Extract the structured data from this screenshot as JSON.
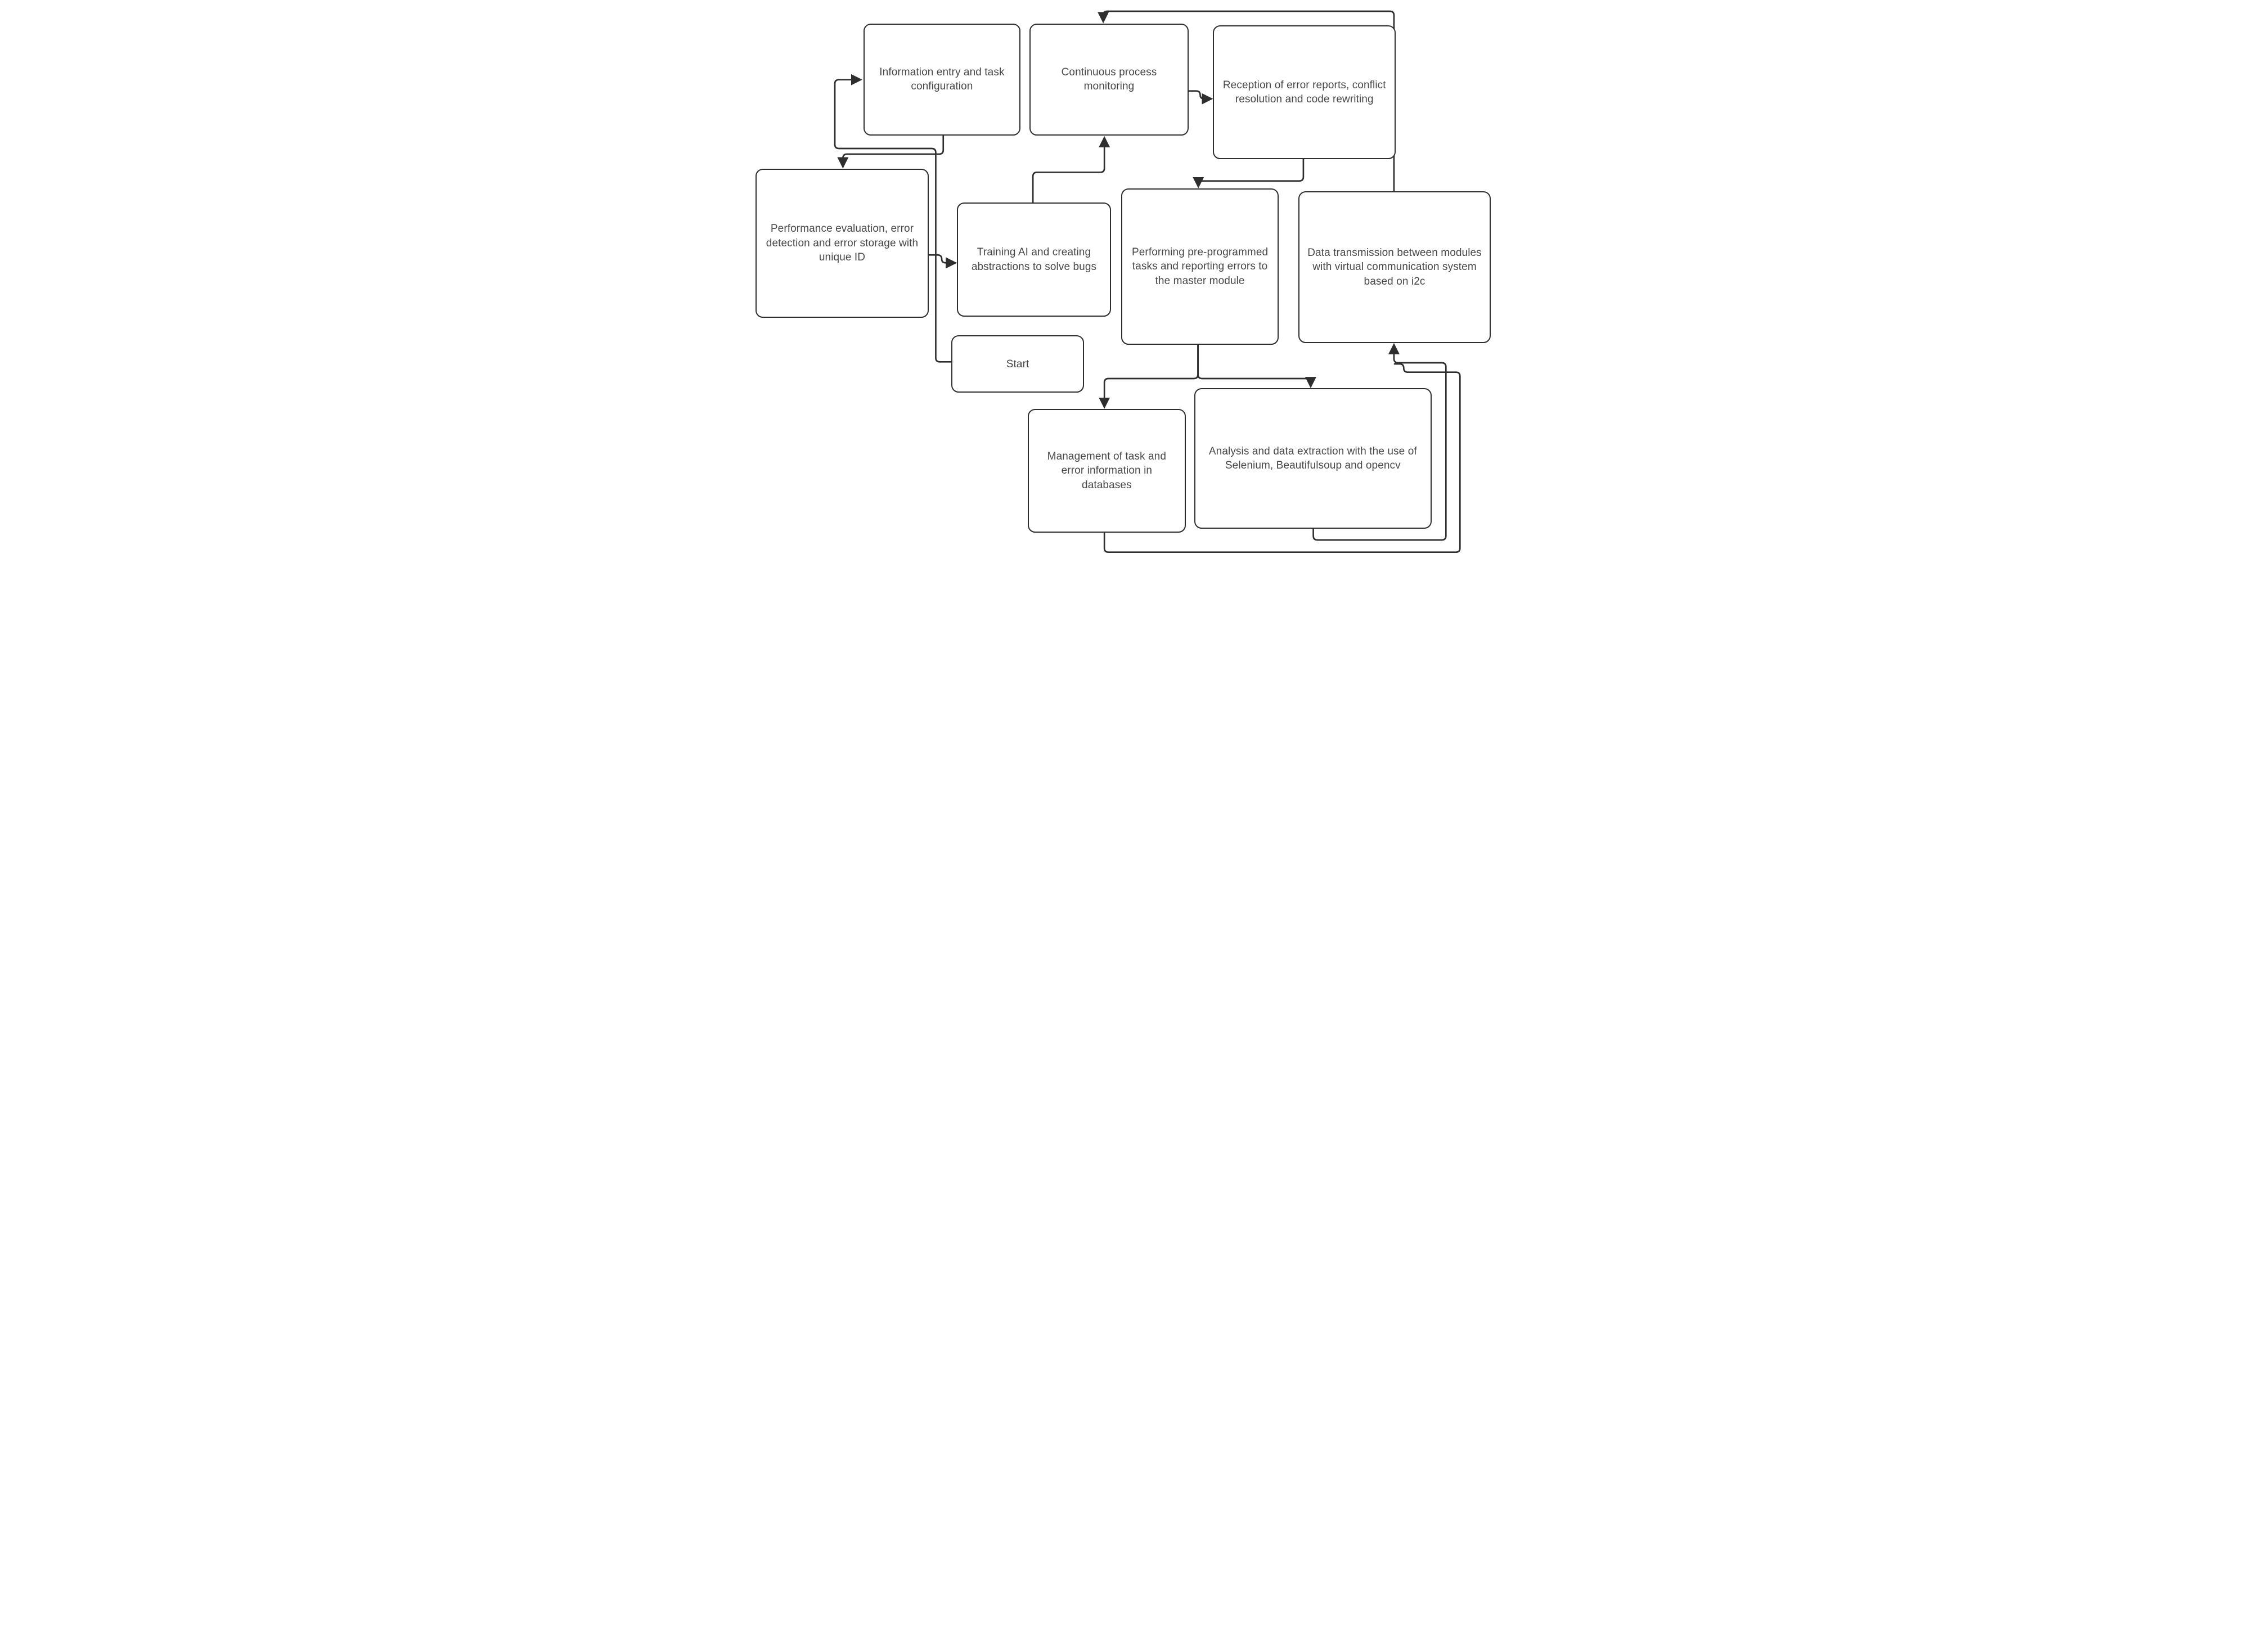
{
  "diagram": {
    "type": "flowchart",
    "background_color": "#ffffff",
    "line_color": "#2e2e2e",
    "text_color": "#474747",
    "node_fill_color": "#ffffff",
    "nodes": {
      "start": {
        "label": "Start"
      },
      "information_entry": {
        "label": "Information entry and task configuration"
      },
      "continuous_monitoring": {
        "label": "Continuous process monitoring"
      },
      "reception_errors": {
        "label": "Reception of error reports, conflict resolution and code rewriting"
      },
      "performance_evaluation": {
        "label": "Performance evaluation, error detection and error storage with unique ID"
      },
      "training_ai": {
        "label": "Training AI and creating abstractions to solve bugs"
      },
      "performing_tasks": {
        "label": "Performing pre-programmed tasks and reporting errors to the master module"
      },
      "data_transmission": {
        "label": "Data transmission between modules with virtual communication system based on i2c"
      },
      "management_db": {
        "label": "Management of task and error information in databases"
      },
      "analysis_extraction": {
        "label": "Analysis and data extraction with the use of Selenium, Beautifulsoup and opencv"
      }
    },
    "edges": [
      {
        "from": "start",
        "to": "information_entry"
      },
      {
        "from": "information_entry",
        "to": "performance_evaluation"
      },
      {
        "from": "performance_evaluation",
        "to": "training_ai"
      },
      {
        "from": "training_ai",
        "to": "continuous_monitoring"
      },
      {
        "from": "continuous_monitoring",
        "to": "reception_errors"
      },
      {
        "from": "reception_errors",
        "to": "performing_tasks"
      },
      {
        "from": "performing_tasks",
        "to": "management_db"
      },
      {
        "from": "performing_tasks",
        "to": "analysis_extraction"
      },
      {
        "from": "management_db",
        "to": "data_transmission"
      },
      {
        "from": "analysis_extraction",
        "to": "data_transmission"
      },
      {
        "from": "data_transmission",
        "to": "continuous_monitoring"
      }
    ]
  }
}
